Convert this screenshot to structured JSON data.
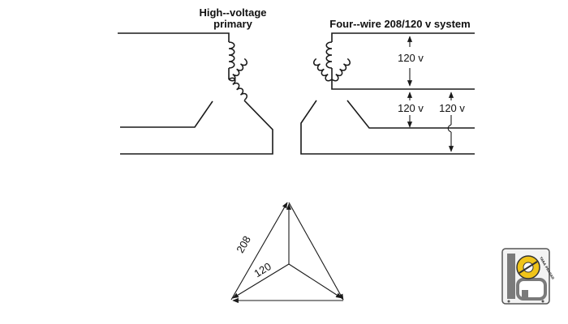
{
  "primary": {
    "title_line1": "High--voltage",
    "title_line2": "primary"
  },
  "secondary": {
    "title": "Four--wire 208/120 v system"
  },
  "dimensions": {
    "upper": "120 v",
    "middle": "120 v",
    "right": "120 v"
  },
  "phasor": {
    "line_voltage": "208",
    "phase_voltage": "120"
  },
  "logo": {
    "text": "TARA PRASAD"
  },
  "colors": {
    "line": "#1a1a1a",
    "logo_gold": "#f0c419",
    "logo_gray": "#7a7a7a"
  }
}
